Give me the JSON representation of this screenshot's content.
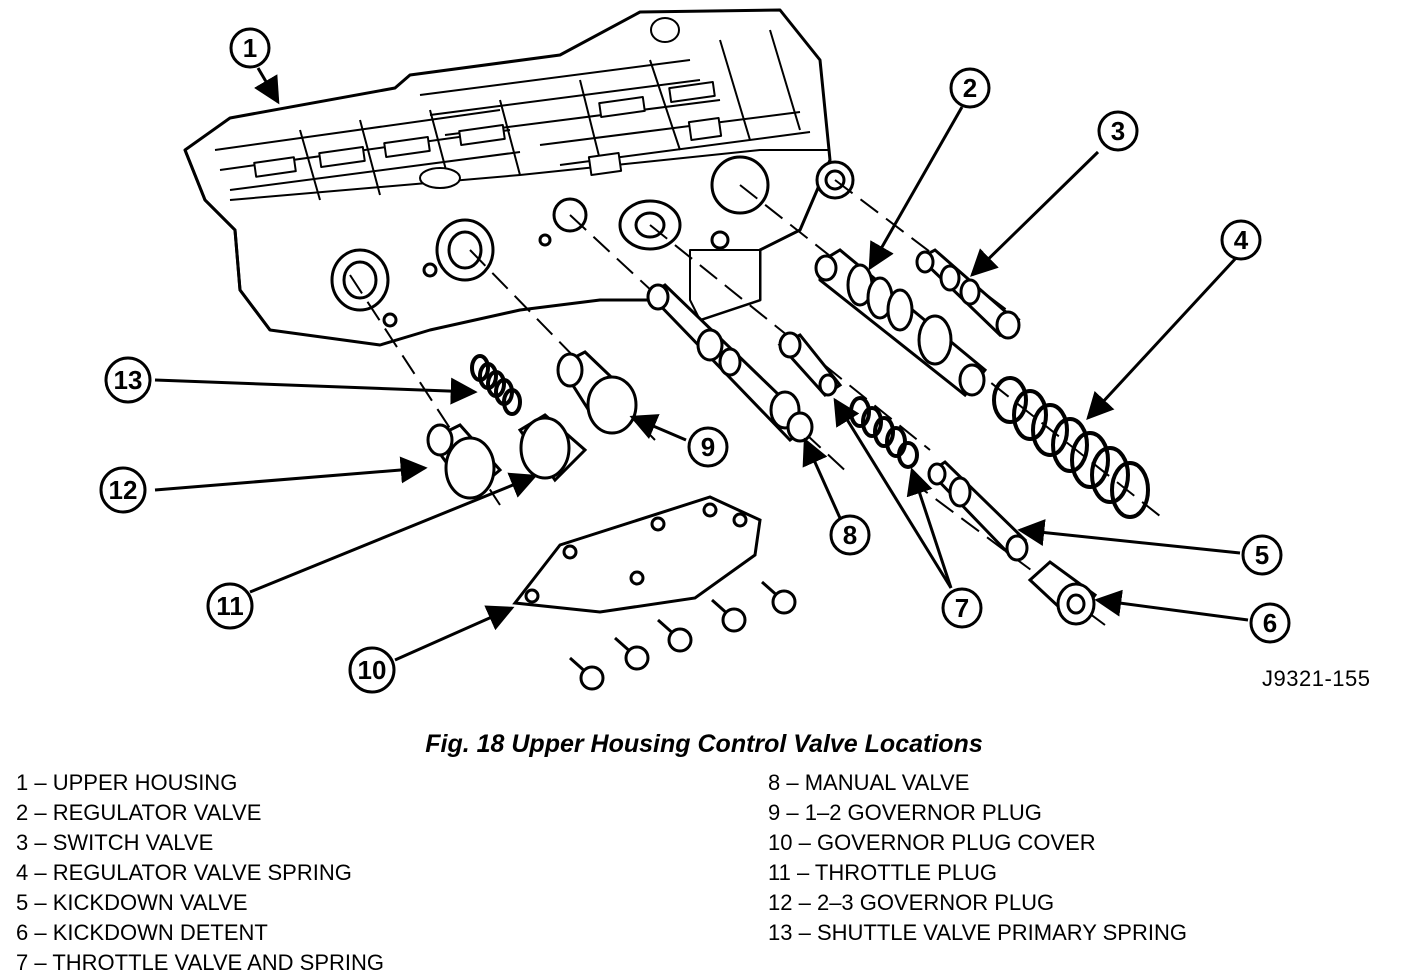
{
  "diagram": {
    "drawing_code": "J9321-155",
    "caption": "Fig. 18 Upper Housing Control Valve Locations",
    "callouts": [
      "1",
      "2",
      "3",
      "4",
      "5",
      "6",
      "7",
      "8",
      "9",
      "10",
      "11",
      "12",
      "13"
    ]
  },
  "legend": {
    "left": [
      {
        "num": "1",
        "label": "UPPER HOUSING"
      },
      {
        "num": "2",
        "label": "REGULATOR VALVE"
      },
      {
        "num": "3",
        "label": "SWITCH VALVE"
      },
      {
        "num": "4",
        "label": "REGULATOR VALVE SPRING"
      },
      {
        "num": "5",
        "label": "KICKDOWN VALVE"
      },
      {
        "num": "6",
        "label": "KICKDOWN DETENT"
      },
      {
        "num": "7",
        "label": "THROTTLE VALVE AND SPRING"
      }
    ],
    "right": [
      {
        "num": "8",
        "label": "MANUAL VALVE"
      },
      {
        "num": "9",
        "label": "1–2 GOVERNOR PLUG"
      },
      {
        "num": "10",
        "label": "GOVERNOR PLUG COVER"
      },
      {
        "num": "11",
        "label": "THROTTLE PLUG"
      },
      {
        "num": "12",
        "label": "2–3 GOVERNOR PLUG"
      },
      {
        "num": "13",
        "label": "SHUTTLE VALVE PRIMARY SPRING"
      }
    ]
  }
}
